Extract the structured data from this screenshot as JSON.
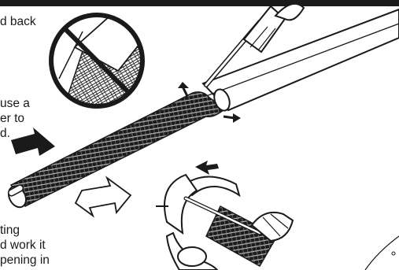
{
  "header_bar_color": "#1a1a1a",
  "text_fragments": {
    "line1": "d back",
    "line2": " use a",
    "line3": "er to",
    "line4": "d.",
    "line5": "ting",
    "line6": "d work it",
    "line7": "pening in"
  },
  "icons": [
    "prohibited-sign-icon",
    "screwdriver-icon",
    "arrow-icon"
  ]
}
